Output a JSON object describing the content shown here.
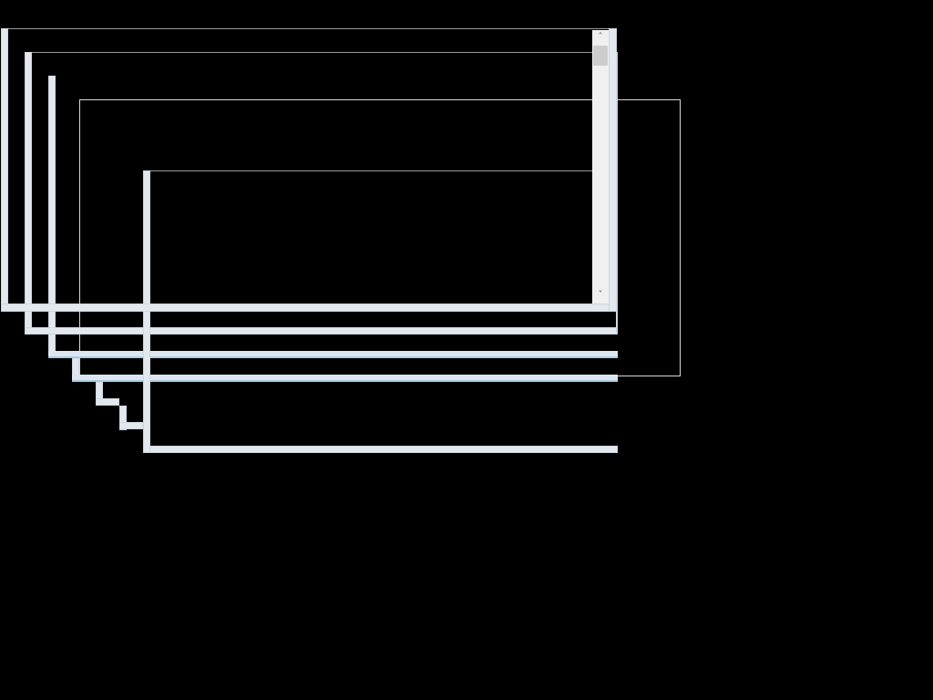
{
  "windows": [
    {
      "id": "frame-1",
      "has_scrollbar": true
    },
    {
      "id": "frame-2"
    },
    {
      "id": "frame-3"
    },
    {
      "id": "frame-4"
    },
    {
      "id": "frame-5"
    },
    {
      "id": "frame-6"
    }
  ],
  "scrollbar": {
    "position_fraction": 0,
    "up_icon": "chevron-up-icon",
    "down_icon": "chevron-down-icon"
  },
  "colors": {
    "background": "#000000",
    "frame": "#e3e8ef",
    "accent": "#a9cbe3"
  }
}
